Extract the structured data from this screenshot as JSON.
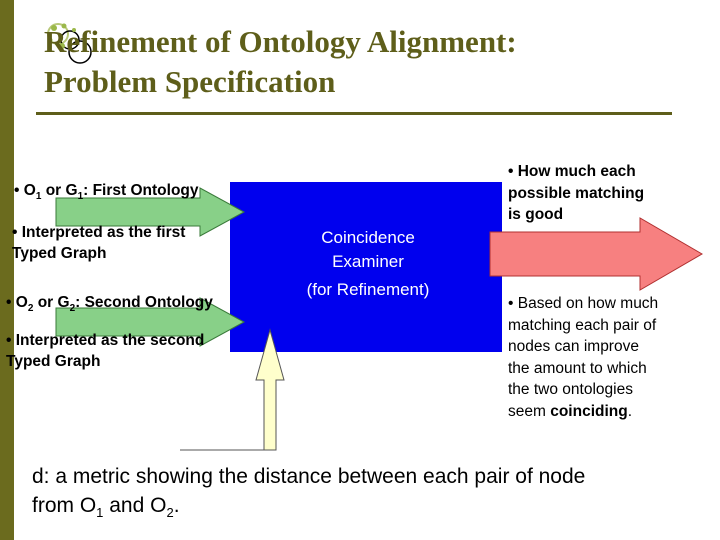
{
  "slide": {
    "title_line1": "Refinement of Ontology Alignment:",
    "title_line2": "Problem Specification"
  },
  "box": {
    "line1": "Coincidence",
    "line2": "Examiner",
    "line3": "(for Refinement)"
  },
  "inputs": {
    "o1": {
      "bullet": "•",
      "pre": "O",
      "sub1": "1",
      "mid": "or G",
      "sub2": "1",
      "post": ": First Ontology"
    },
    "interp1": {
      "line1": "• Interpreted as the first",
      "line2": "Typed Graph"
    },
    "o2": {
      "bullet": "•",
      "pre": "O",
      "sub1": "2",
      "mid": "or G",
      "sub2": "2",
      "post": ": Second Ontology"
    },
    "interp2": {
      "line1": "• Interpreted as the second",
      "line2": "Typed Graph"
    }
  },
  "output": {
    "top_lines": [
      "• How much each",
      "possible matching",
      "is good"
    ],
    "bottom_lines": [
      "• Based on how much",
      "matching each pair of",
      "nodes can improve",
      "the amount to which",
      "the two ontologies"
    ],
    "last_pre": "seem ",
    "last_bold": "coinciding",
    "last_post": "."
  },
  "note": {
    "line1": "d: a metric showing the distance between each pair of node",
    "line2_pre": "from O",
    "sub1": "1",
    "line2_mid": " and O",
    "sub2": "2",
    "line2_post": "."
  },
  "colors": {
    "box": "#0000ee",
    "input_arrows": "#88d088",
    "output_arrow": "#f78080",
    "up_arrow": "#ffffcc",
    "title": "#5e5e1a",
    "sidebar": "#6b6b1e"
  }
}
